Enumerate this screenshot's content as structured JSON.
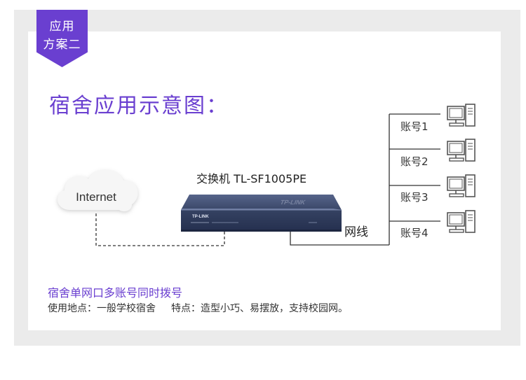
{
  "badge": {
    "line1": "应用",
    "line2": "方案二"
  },
  "title": "宿舍应用示意图：",
  "diagram": {
    "cloud_label": "Internet",
    "switch_label": "交换机 TL-SF1005PE",
    "switch_brand": "TP-LINK",
    "cable_label": "网线",
    "accounts": [
      "账号1",
      "账号2",
      "账号3",
      "账号4"
    ]
  },
  "footer": {
    "headline": "宿舍单网口多账号同时拨号",
    "location": "使用地点：一般学校宿舍",
    "features": "特点：造型小巧、易摆放，支持校园网。"
  },
  "colors": {
    "accent": "#6a3fd0",
    "switch_body": "#3c4a6b",
    "line": "#333333"
  }
}
